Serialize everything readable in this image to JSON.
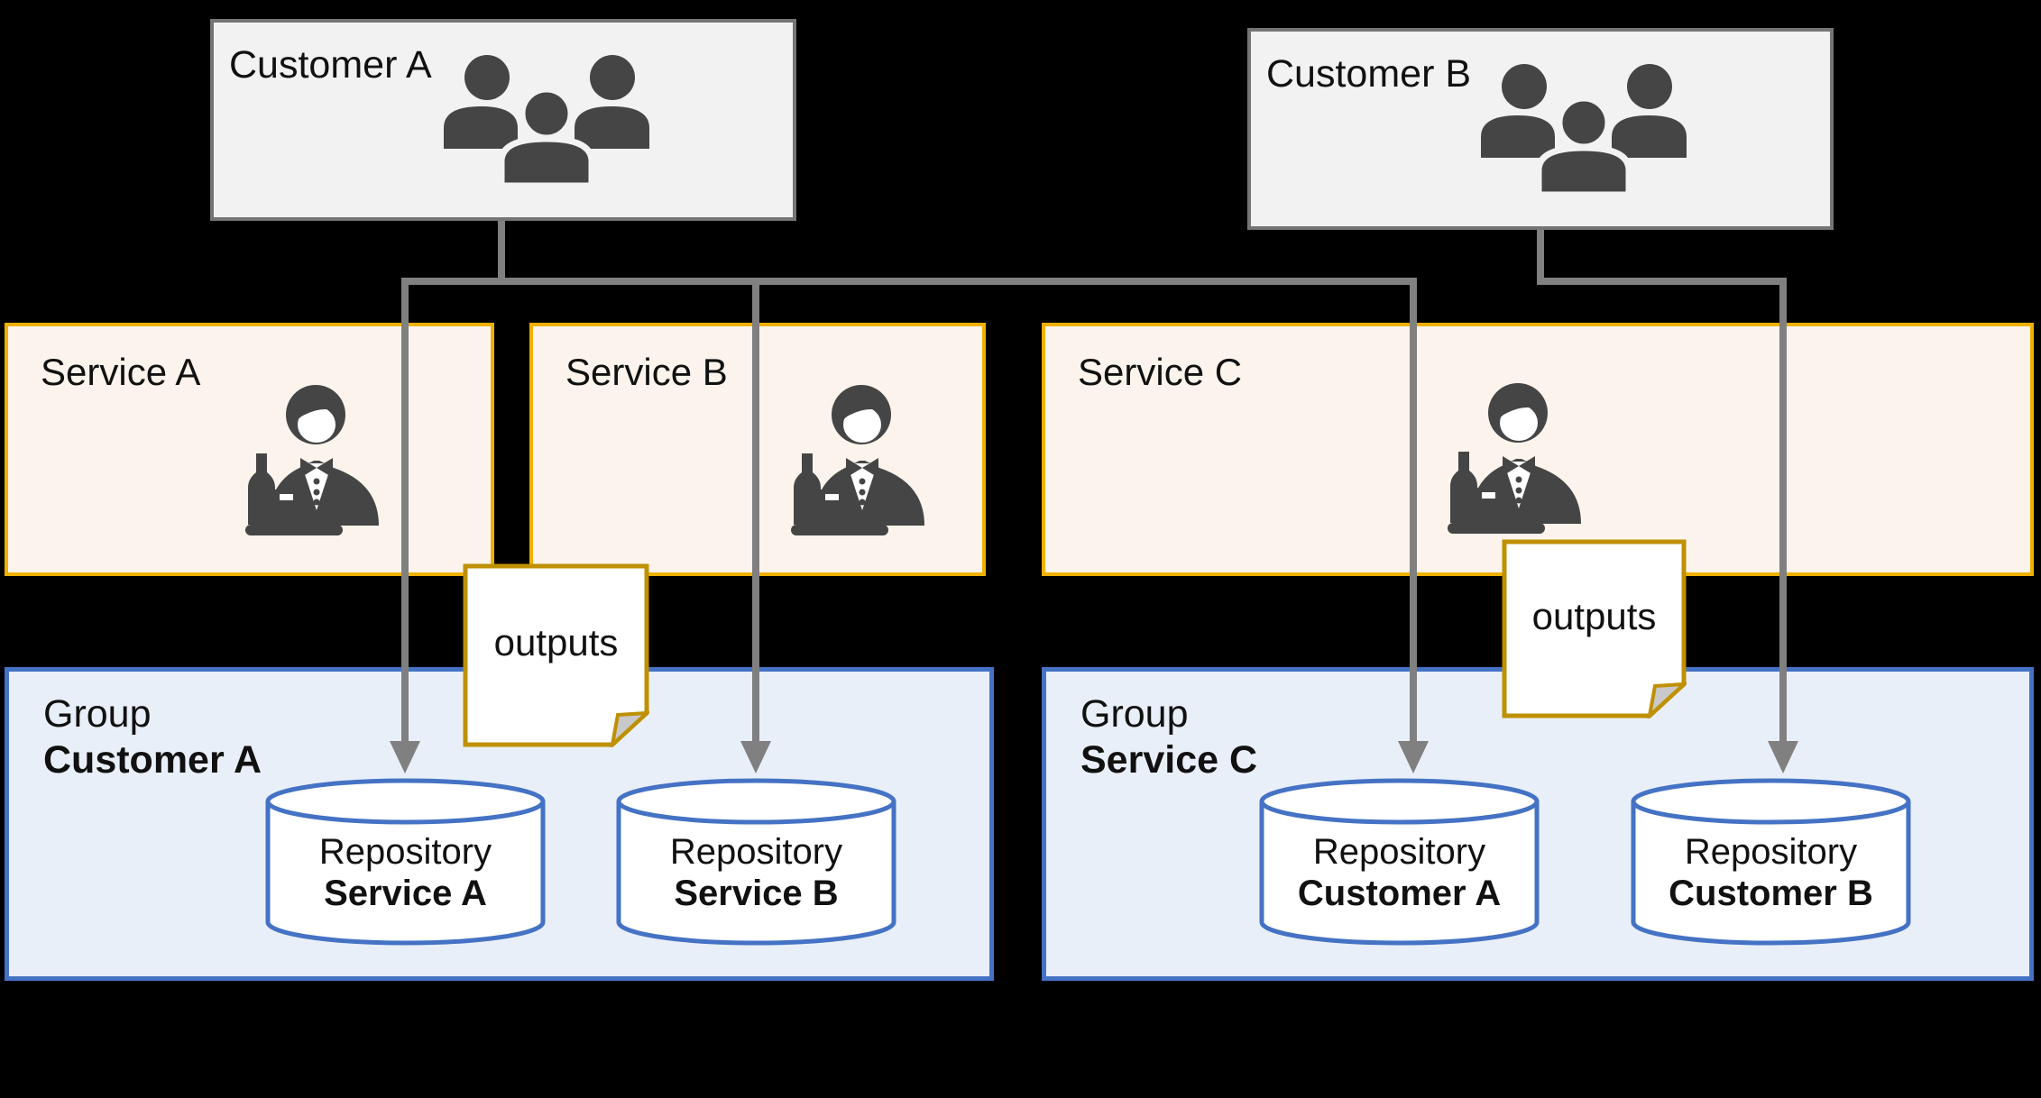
{
  "diagram": {
    "customers": [
      {
        "label": "Customer A"
      },
      {
        "label": "Customer B"
      }
    ],
    "services": [
      {
        "label": "Service A"
      },
      {
        "label": "Service B"
      },
      {
        "label": "Service C"
      }
    ],
    "groups": [
      {
        "prefix": "Group",
        "name": "Customer A"
      },
      {
        "prefix": "Group",
        "name": "Service C"
      }
    ],
    "repositories": [
      {
        "prefix": "Repository",
        "name": "Service A"
      },
      {
        "prefix": "Repository",
        "name": "Service B"
      },
      {
        "prefix": "Repository",
        "name": "Customer A"
      },
      {
        "prefix": "Repository",
        "name": "Customer B"
      }
    ],
    "notes": [
      {
        "label": "outputs"
      },
      {
        "label": "outputs"
      }
    ],
    "icons": {
      "customer": "people-group-icon",
      "service": "waiter-icon"
    },
    "colors": {
      "background": "#000000",
      "customer_fill": "#F2F2F2",
      "customer_border": "#757575",
      "service_fill": "#FCF4EC",
      "service_border": "#F0B000",
      "group_fill": "#E9EFF8",
      "group_border": "#4472C4",
      "repo_fill": "#FFFFFF",
      "repo_border": "#4472C4",
      "note_fill": "#FFFFFF",
      "note_border": "#BF9000",
      "note_fold": "#C9C9C9",
      "connector": "#808080",
      "icon": "#454545",
      "text": "#111111"
    }
  }
}
